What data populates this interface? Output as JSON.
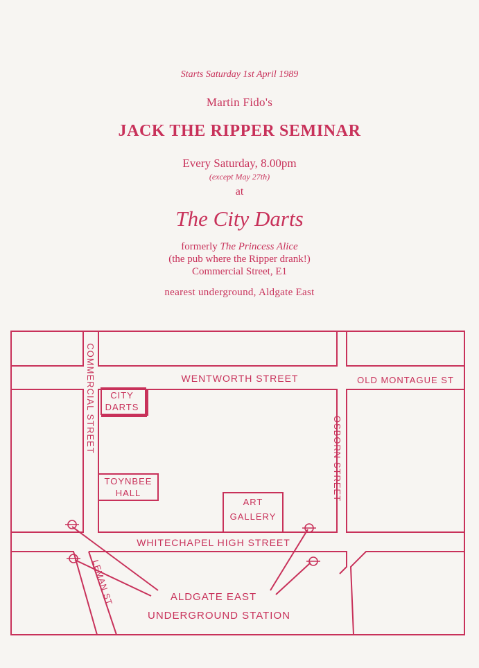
{
  "flyer": {
    "starts": "Starts Saturday 1st April 1989",
    "presenter": "Martin Fido's",
    "title": "JACK THE RIPPER SEMINAR",
    "when": "Every Saturday, 8.00pm",
    "except": "(except May 27th)",
    "at": "at",
    "venue": "The City Darts",
    "formerly_prefix": "formerly",
    "formerly_name": "The Princess Alice",
    "note": "(the pub where the Ripper drank!)",
    "address": "Commercial Street, E1",
    "nearest": "nearest underground, Aldgate East"
  },
  "map": {
    "streets": {
      "commercial": "COMMERCIAL STREET",
      "wentworth": "WENTWORTH STREET",
      "old_montague": "OLD MONTAGUE ST",
      "osborn": "OSBORN STREET",
      "whitechapel": "WHITECHAPEL HIGH STREET",
      "leman": "LEMAN ST"
    },
    "buildings": {
      "city_darts_line1": "CITY",
      "city_darts_line2": "DARTS",
      "toynbee_line1": "TOYNBEE",
      "toynbee_line2": "HALL",
      "art_line1": "ART",
      "art_line2": "GALLERY"
    },
    "station_line1": "ALDGATE EAST",
    "station_line2": "UNDERGROUND STATION",
    "ink_color": "#c8315a",
    "paper_color": "#f7f5f2"
  }
}
